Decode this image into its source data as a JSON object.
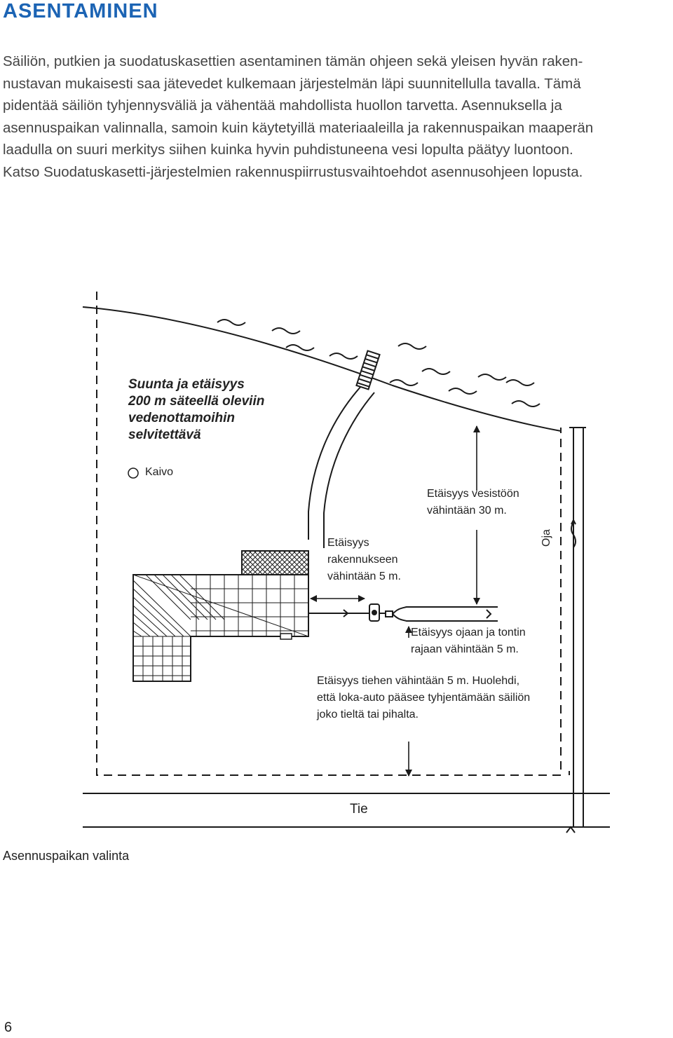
{
  "page": {
    "heading": "ASENTAMINEN",
    "paragraph_lines": [
      "Säiliön, putkien ja suodatuskasettien asentaminen tämän ohjeen sekä yleisen hyvän raken-",
      "nustavan mukaisesti saa jätevedet kulkemaan järjestelmän läpi suunnitellulla tavalla. Tämä",
      "pidentää säiliön tyhjennysväliä ja vähentää mahdollista huollon tarvetta. Asennuksella ja",
      "asennuspaikan valinnalla, samoin kuin käytetyillä materiaaleilla ja rakennuspaikan maaperän",
      "laadulla on suuri merkitys siihen kuinka hyvin puhdistuneena vesi lopulta päätyy luontoon.",
      "Katso Suodatuskasetti-järjestelmien rakennuspiirrustusvaihtoehdot asennusohjeen lopusta."
    ],
    "caption": "Asennuspaikan valinta",
    "page_number": "6"
  },
  "diagram": {
    "note_lines": [
      "Suunta ja etäisyys",
      "200 m säteellä oleviin",
      "vedenottamoihin",
      "selvitettävä"
    ],
    "well_label": "Kaivo",
    "water_distance_lines": [
      "Etäisyys vesistöön",
      "vähintään 30 m."
    ],
    "building_distance_lines": [
      "Etäisyys",
      "rakennukseen",
      "vähintään 5 m."
    ],
    "ditch_label": "Oja",
    "ditch_distance_lines": [
      "Etäisyys ojaan ja tontin",
      "rajaan vähintään 5 m."
    ],
    "road_distance_lines": [
      "Etäisyys tiehen vähintään 5 m. Huolehdi,",
      "että loka-auto pääsee tyhjentämään säiliön",
      "joko tieltä tai pihalta."
    ],
    "road_label": "Tie"
  },
  "colors": {
    "heading": "#1c64b4",
    "line": "#1a1a1a"
  }
}
